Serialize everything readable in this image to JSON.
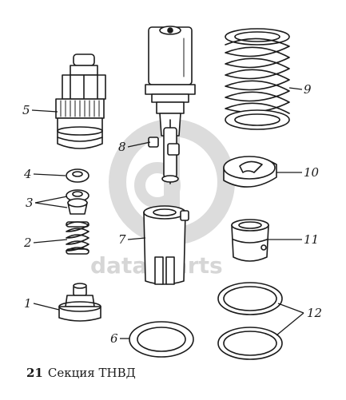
{
  "caption": {
    "figure_number": "21",
    "title": "Секция ТНВД"
  },
  "callouts": [
    "1",
    "2",
    "3",
    "4",
    "5",
    "6",
    "7",
    "8",
    "9",
    "10",
    "11",
    "12"
  ],
  "watermark": {
    "text": "data-parts",
    "color": "#d6d6d6"
  },
  "colors": {
    "ink": "#1a1a1a",
    "background": "#ffffff"
  }
}
